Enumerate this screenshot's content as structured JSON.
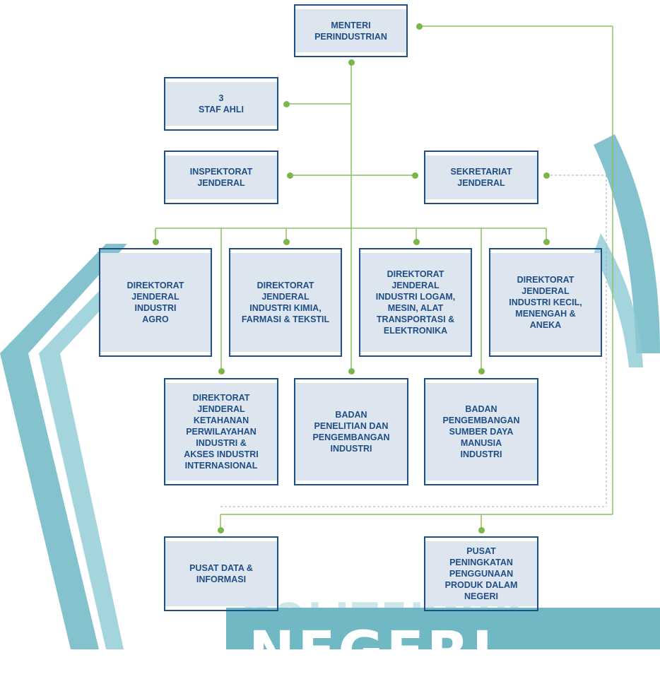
{
  "colors": {
    "box_fill": "#dde5ef",
    "box_border": "#1f4f86",
    "text": "#1f4f86",
    "connector": "#8cc063",
    "connector_dot": "#7ab648",
    "watermark": "#6fb8c4"
  },
  "nodes": {
    "menteri": "MENTERI\nPERINDUSTRIAN",
    "staf_ahli": "3\nSTAF AHLI",
    "inspektorat": "INSPEKTORAT\nJENDERAL",
    "sekretariat": "SEKRETARIAT\nJENDERAL",
    "dj_agro": "DIREKTORAT\nJENDERAL\nINDUSTRI\nAGRO",
    "dj_kimia": "DIREKTORAT\nJENDERAL\nINDUSTRI KIMIA,\nFARMASI & TEKSTIL",
    "dj_logam": "DIREKTORAT\nJENDERAL\nINDUSTRI LOGAM,\nMESIN, ALAT\nTRANSPORTASI &\nELEKTRONIKA",
    "dj_ikma": "DIREKTORAT\nJENDERAL\nINDUSTRI KECIL,\nMENENGAH &\nANEKA",
    "dj_kpaii": "DIREKTORAT\nJENDERAL\nKETAHANAN\nPERWILAYAHAN\nINDUSTRI &\nAKSES INDUSTRI\nINTERNASIONAL",
    "bppi": "BADAN\nPENELITIAN DAN\nPENGEMBANGAN\nINDUSTRI",
    "bpsdmi": "BADAN\nPENGEMBANGAN\nSUMBER DAYA\nMANUSIA\nINDUSTRI",
    "pusdatin": "PUSAT DATA &\nINFORMASI",
    "p3dn": "PUSAT\nPENINGKATAN\nPENGGUNAAN\nPRODUK DALAM\nNEGERI"
  },
  "watermark": {
    "line1": "POLITEKNIK",
    "line2": "NEGERI"
  }
}
